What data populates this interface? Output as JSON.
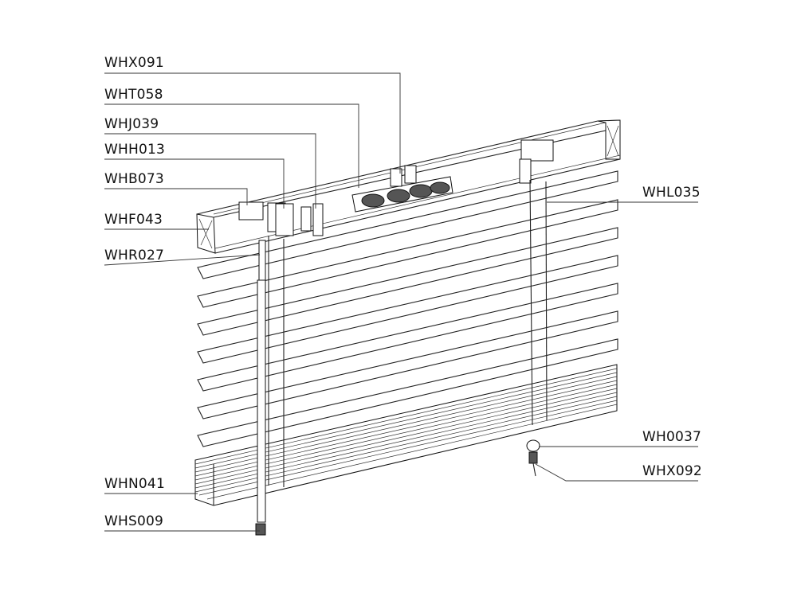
{
  "labels": {
    "whx091": "WHX091",
    "wht058": "WHT058",
    "whj039": "WHJ039",
    "whh013": "WHH013",
    "whb073": "WHB073",
    "whf043": "WHF043",
    "whr027": "WHR027",
    "whl035": "WHL035",
    "wh0037": "WH0037",
    "whx092": "WHX092",
    "whn041": "WHN041",
    "whs009": "WHS009"
  },
  "colors": {
    "line": "#222222",
    "background": "#ffffff"
  }
}
